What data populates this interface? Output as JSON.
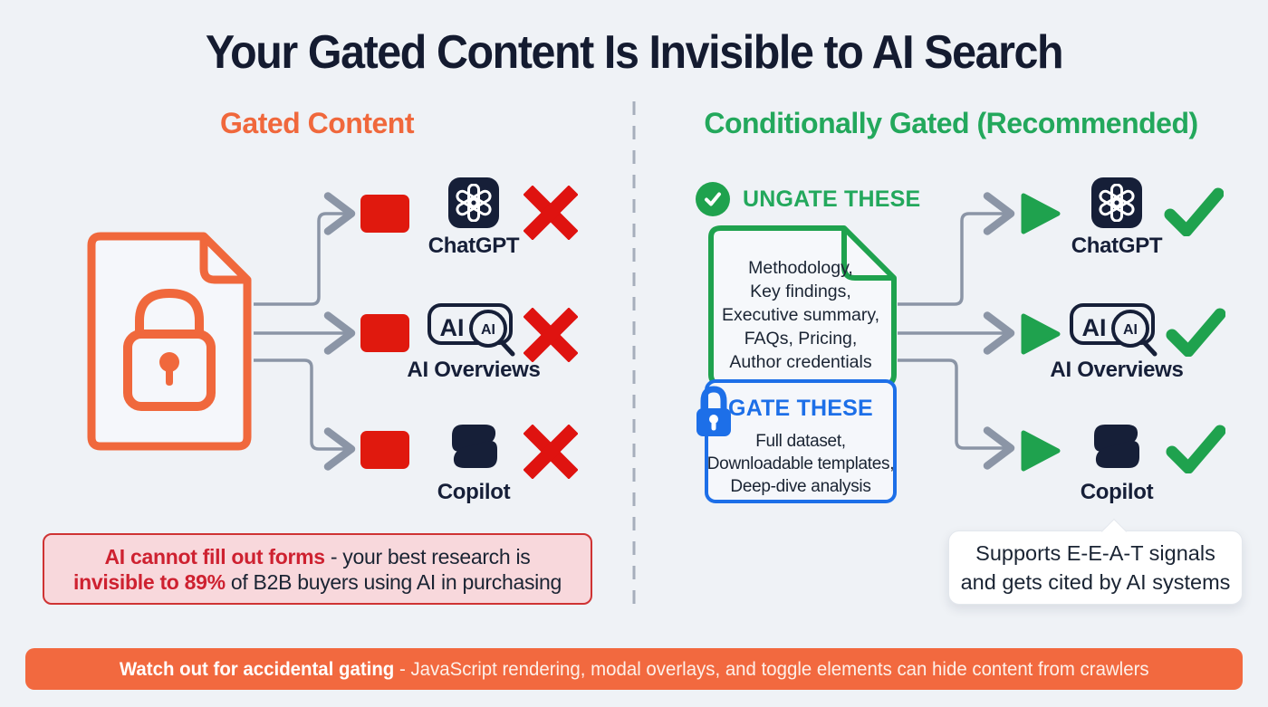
{
  "title": "Your Gated Content Is Invisible to AI Search",
  "platforms": [
    "ChatGPT",
    "AI Overviews",
    "Copilot"
  ],
  "ai_overviews_icon": {
    "badge_text": "AI",
    "glass_text": "AI"
  },
  "left": {
    "heading": "Gated Content",
    "warning": {
      "bold_1": "AI cannot fill out forms",
      "rest_1": " - your best research is",
      "bold_2": "invisible to 89%",
      "rest_2": " of B2B buyers using AI in purchasing"
    }
  },
  "right": {
    "heading": "Conditionally Gated (Recommended)",
    "ungate": {
      "label": "UNGATE THESE",
      "items": [
        "Methodology,",
        "Key findings,",
        "Executive summary,",
        "FAQs, Pricing,",
        "Author credentials"
      ]
    },
    "gate": {
      "label": "GATE THESE",
      "items": [
        "Full dataset,",
        "Downloadable templates,",
        "Deep-dive analysis"
      ]
    },
    "tooltip": {
      "line1": "Supports E-E-A-T signals",
      "line2": "and gets cited by AI systems"
    }
  },
  "banner": {
    "bold": "Watch out for accidental gating",
    "rest": " - JavaScript rendering, modal overlays, and toggle elements can hide content from crawlers"
  },
  "colors": {
    "background": "#EFF2F6",
    "orange": "#F0683C",
    "banner_orange": "#F2693F",
    "green": "#1FA24E",
    "green_heading": "#23A85C",
    "blue": "#1D6FE8",
    "red_x": "#DF1310",
    "red_block": "#E0190E",
    "warning_red": "#CE2130",
    "warning_bg": "#F8D8DC",
    "navy": "#161F38",
    "connector_gray": "#8B95A6"
  }
}
